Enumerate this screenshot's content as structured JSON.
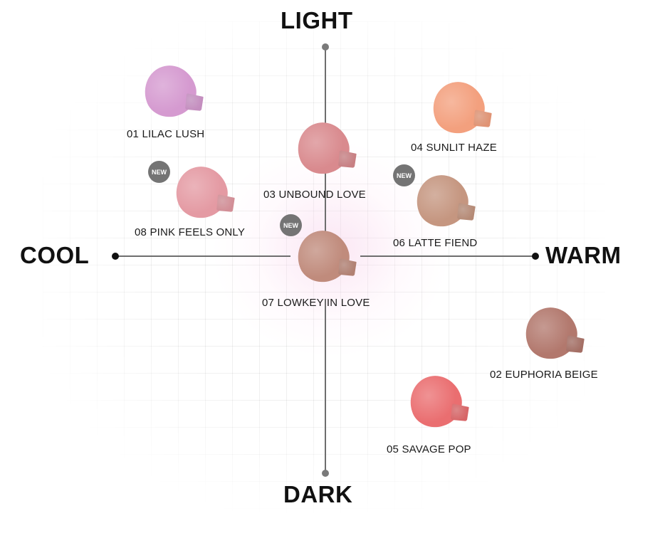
{
  "axes": {
    "top": "LIGHT",
    "bottom": "DARK",
    "left": "COOL",
    "right": "WARM"
  },
  "badge_text": "NEW",
  "colors": {
    "axis_line": "#6e6e6e",
    "badge": "#747474",
    "label_text": "#1a1a1a"
  },
  "shades": [
    {
      "id": "lilac-lush",
      "label": "01 LILAC LUSH",
      "color": "#d59ad0",
      "is_new": false
    },
    {
      "id": "euphoria-beige",
      "label": "02 EUPHORIA BEIGE",
      "color": "#b2786d",
      "is_new": false
    },
    {
      "id": "unbound-love",
      "label": "03 UNBOUND LOVE",
      "color": "#d98a8e",
      "is_new": false
    },
    {
      "id": "sunlit-haze",
      "label": "04 SUNLIT HAZE",
      "color": "#f3a07e",
      "is_new": false
    },
    {
      "id": "savage-pop",
      "label": "05 SAVAGE POP",
      "color": "#ea6e70",
      "is_new": false
    },
    {
      "id": "latte-fiend",
      "label": "06 LATTE FIEND",
      "color": "#c59680",
      "is_new": true
    },
    {
      "id": "lowkey-in-love",
      "label": "07 LOWKEY IN LOVE",
      "color": "#c08b7c",
      "is_new": true
    },
    {
      "id": "pink-feels-only",
      "label": "08 PINK FEELS ONLY",
      "color": "#e49aa3",
      "is_new": true
    }
  ]
}
